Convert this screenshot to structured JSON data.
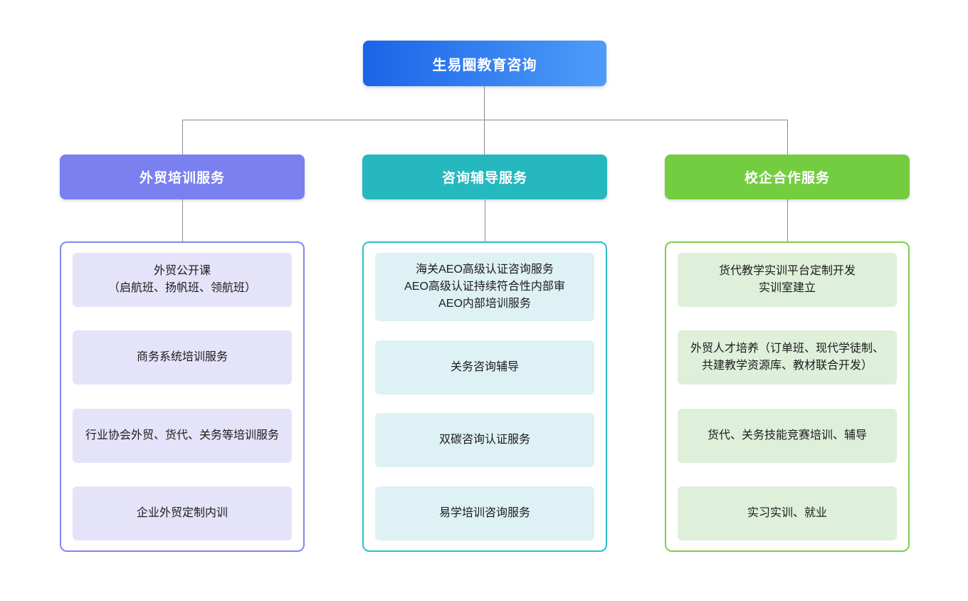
{
  "root": {
    "label": "生易圈教育咨询",
    "gradient_from": "#1c64e8",
    "gradient_to": "#4d9cf8"
  },
  "connector_color": "#878d96",
  "branches": [
    {
      "label": "外贸培训服务",
      "header_color": "#7a80f0",
      "border_color": "#8286f1",
      "item_bg": "#e5e3f9",
      "items": [
        {
          "lines": [
            "外贸公开课",
            "（启航班、扬帆班、领航班）"
          ]
        },
        {
          "lines": [
            "商务系统培训服务"
          ]
        },
        {
          "lines": [
            "行业协会外贸、货代、关务等培训服务"
          ]
        },
        {
          "lines": [
            "企业外贸定制内训"
          ]
        }
      ]
    },
    {
      "label": "咨询辅导服务",
      "header_color": "#26b8bf",
      "border_color": "#2cc0c7",
      "item_bg": "#def1f4",
      "items": [
        {
          "lines": [
            "海关AEO高级认证咨询服务",
            "AEO高级认证持续符合性内部审",
            "AEO内部培训服务"
          ]
        },
        {
          "lines": [
            "关务咨询辅导"
          ]
        },
        {
          "lines": [
            "双碳咨询认证服务"
          ]
        },
        {
          "lines": [
            "易学培训咨询服务"
          ]
        }
      ]
    },
    {
      "label": "校企合作服务",
      "header_color": "#74cd40",
      "border_color": "#7bd148",
      "item_bg": "#def0da",
      "items": [
        {
          "lines": [
            "货代教学实训平台定制开发",
            "实训室建立"
          ]
        },
        {
          "lines": [
            "外贸人才培养（订单班、现代学徒制、共建教学资源库、教材联合开发）"
          ]
        },
        {
          "lines": [
            "货代、关务技能竞赛培训、辅导"
          ]
        },
        {
          "lines": [
            "实习实训、就业"
          ]
        }
      ]
    }
  ]
}
